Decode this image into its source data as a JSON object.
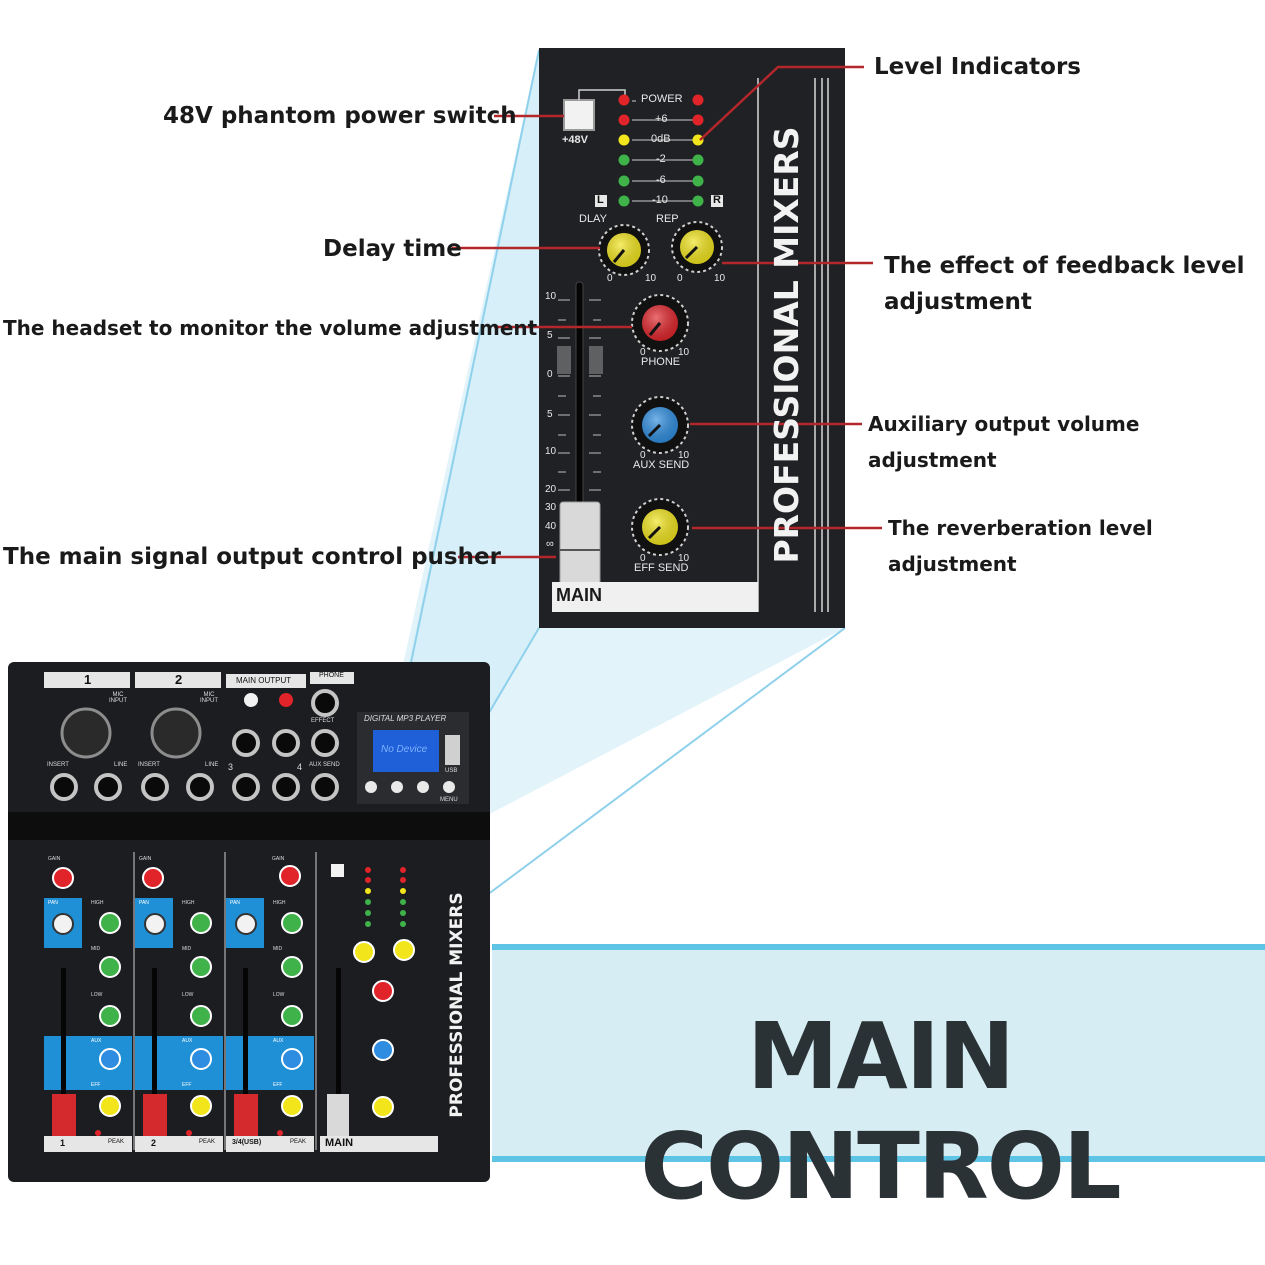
{
  "callouts": {
    "phantom_power": "48V phantom power switch",
    "level_indicators": "Level Indicators",
    "delay_time": "Delay time",
    "feedback_line1": "The effect of feedback level",
    "feedback_line2": "adjustment",
    "headset_volume": "The headset to monitor the volume adjustment",
    "aux_output": "Auxiliary output volume adjustment",
    "main_pusher": "The main signal output control pusher",
    "reverb_level": "The reverberation level adjustment"
  },
  "banner": {
    "title": "MAIN CONTROL"
  },
  "panel": {
    "brand": "PROFESSIONAL MIXERS",
    "phantom_label": "+48V",
    "meter_labels": [
      "POWER",
      "+6",
      "0dB",
      "-2",
      "-6",
      "-10"
    ],
    "left_channel": "L",
    "right_channel": "R",
    "dlay": "DLAY",
    "rep": "REP",
    "knob_min": "0",
    "knob_max": "10",
    "phone": "PHONE",
    "aux_send": "AUX SEND",
    "eff_send": "EFF SEND",
    "main": "MAIN",
    "fader_scale": [
      "10",
      "5",
      "0",
      "5",
      "10",
      "20",
      "30",
      "40",
      "∞"
    ]
  },
  "mixer": {
    "channel_1": "1",
    "channel_2": "2",
    "main_output": "MAIN OUTPUT",
    "phone": "PHONE",
    "mic_input": "MIC INPUT",
    "insert": "INSERT",
    "line": "LINE",
    "effect": "EFFECT",
    "aux_send": "AUX SEND",
    "mp3_player": "DIGITAL MP3 PLAYER",
    "display_text": "No Device",
    "usb": "USB",
    "menu": "MENU",
    "ch3": "3",
    "ch4": "4",
    "ch34": "3/4(USB)",
    "gain": "GAIN",
    "pan": "PAN",
    "high": "HIGH",
    "mid": "MID",
    "low": "LOW",
    "aux": "AUX",
    "eff": "EFF",
    "peak": "PEAK",
    "brand": "PROFESSIONAL MIXERS",
    "main": "MAIN"
  },
  "colors": {
    "panel_bg": "#1f2124",
    "banner_bg": "#d6edf3",
    "banner_stripe": "#5ec4e6",
    "callout_line": "#b3262a",
    "knob_yellow": "#f2e51c",
    "knob_red": "#e0242a",
    "knob_blue": "#2e8de0",
    "knob_green": "#3fb24a",
    "pan_blue": "#1f8fd6"
  }
}
